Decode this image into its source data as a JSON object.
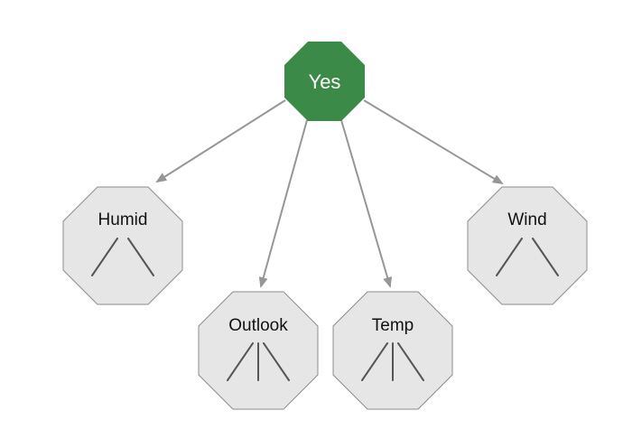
{
  "diagram": {
    "root": {
      "label": "Yes",
      "color": "#3c8a47"
    },
    "children": [
      {
        "label": "Humid",
        "branches": 2
      },
      {
        "label": "Outlook",
        "branches": 3
      },
      {
        "label": "Temp",
        "branches": 3
      },
      {
        "label": "Wind",
        "branches": 2
      }
    ],
    "colors": {
      "child_fill": "#e6e6e6",
      "child_stroke": "#8c8c8c",
      "edge": "#969696",
      "branch_stroke": "#555555"
    }
  }
}
